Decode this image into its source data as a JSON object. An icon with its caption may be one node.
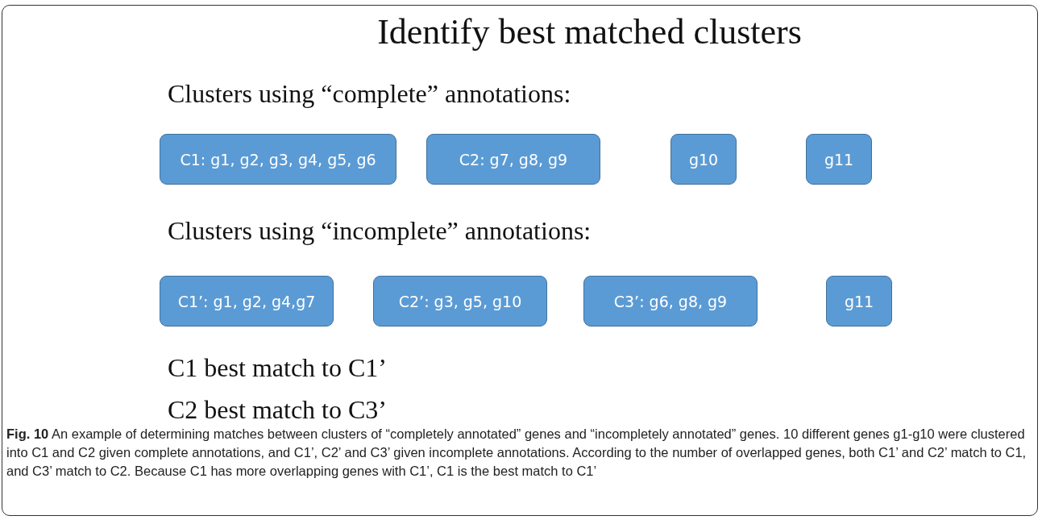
{
  "diagram": {
    "title": "Identify best matched clusters",
    "caption": "**Fig. 10** An example of determining matches between clusters of “completely annotated” genes and “incompletely annotated” genes. 10 different genes g1-g10 were clustered into C1 and C2 given complete annotations, and C1’, C2’ and C3’ given incomplete annotations. According to the number of overlapped genes, both C1’ and C2’ match to C1, and C3’ match to C2. Because C1 has more overlapping genes with C1’, C1 is the best match to C1’",
    "nodes": [
      {
        "text": [
          "C1: g1, g2, g3, g4, g5, g6"
        ]
      },
      {
        "text": [
          "C2: g7, g8, g9"
        ]
      },
      {
        "text": [
          "g10"
        ]
      },
      {
        "text": [
          "g11"
        ]
      },
      {
        "text": [
          "C1’: g1, g2, g4,g7"
        ]
      },
      {
        "text": [
          "C2’: g3, g5, g10"
        ]
      },
      {
        "text": [
          "C3’: g6, g8, g9"
        ]
      },
      {
        "text": [
          "g11"
        ]
      }
    ],
    "edges": [],
    "labels": [
      "Clusters using “complete” annotations:",
      "Clusters using “incomplete” annotations:",
      "C1 best match to C1’",
      "C2 best match to C3’"
    ]
  }
}
